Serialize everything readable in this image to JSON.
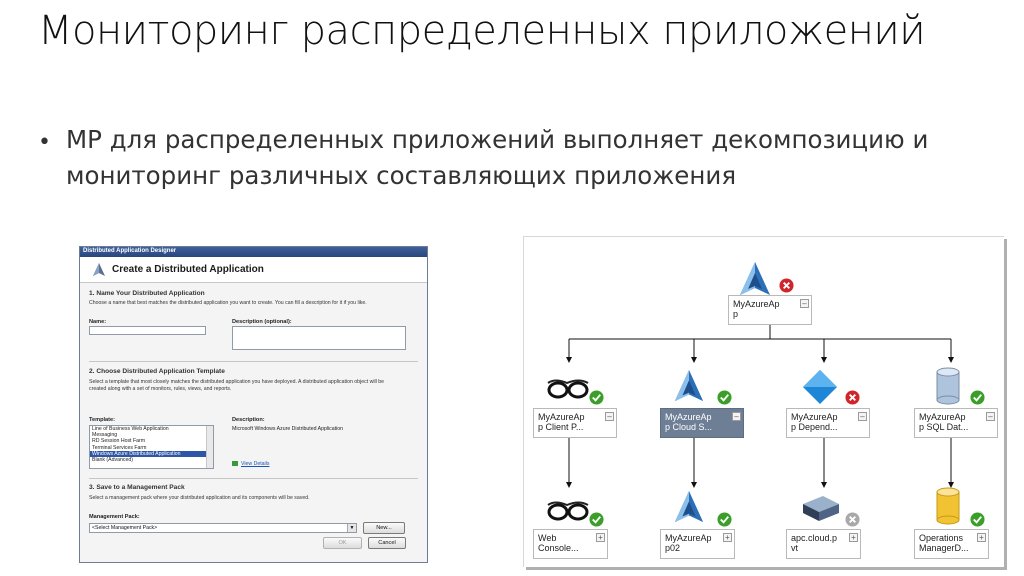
{
  "slide": {
    "title": "Мониторинг распределенных приложений",
    "bullet": "MP для распределенных приложений выполняет декомпозицию и мониторинг различных составляющих приложения"
  },
  "dialog": {
    "window_title": "Distributed Application Designer",
    "header_title": "Create a Distributed Application",
    "section1": {
      "title": "1. Name Your Distributed Application",
      "desc": "Choose a name that best matches the distributed application you want to create. You can fill a description for it if you like.",
      "name_label": "Name:",
      "name_value": "",
      "description_label": "Description (optional):",
      "description_value": ""
    },
    "section2": {
      "title": "2. Choose Distributed Application Template",
      "desc": "Select a template that most closely matches the distributed application you have deployed. A distributed application object will be created along with a set of monitors, rules, views, and reports.",
      "template_label": "Template:",
      "templates": [
        "Line of Business Web Application",
        "Messaging",
        "RD Session Host Farm",
        "Terminal Services Farm",
        "Windows Azure Distributed Application",
        "Blank (Advanced)"
      ],
      "selected_template": "Windows Azure Distributed Application",
      "description_label": "Description:",
      "description_text": "Microsoft Windows Azure Distributed Application",
      "view_details": "View Details"
    },
    "section3": {
      "title": "3. Save to a Management Pack",
      "desc": "Select a management pack where your distributed application and its components will be saved.",
      "mp_label": "Management Pack:",
      "mp_value": "<Select Management Pack>",
      "new_button": "New..."
    },
    "buttons": {
      "ok": "OK",
      "cancel": "Cancel"
    }
  },
  "diagram": {
    "root": {
      "label_l1": "MyAzureAp",
      "label_l2": "p",
      "status": "error"
    },
    "level1": [
      {
        "label_l1": "MyAzureAp",
        "label_l2": "p Client P...",
        "icon": "glasses-icon",
        "status": "ok",
        "selected": false
      },
      {
        "label_l1": "MyAzureAp",
        "label_l2": "p Cloud S...",
        "icon": "azure-icon",
        "status": "ok",
        "selected": true
      },
      {
        "label_l1": "MyAzureAp",
        "label_l2": "p Depend...",
        "icon": "diamond-icon",
        "status": "error",
        "selected": false
      },
      {
        "label_l1": "MyAzureAp",
        "label_l2": "p SQL Dat...",
        "icon": "database-icon",
        "status": "ok",
        "selected": false
      }
    ],
    "level2": [
      {
        "label_l1": "Web",
        "label_l2": "Console...",
        "icon": "glasses-icon",
        "status": "ok"
      },
      {
        "label_l1": "MyAzureAp",
        "label_l2": "p02",
        "icon": "azure-icon",
        "status": "ok"
      },
      {
        "label_l1": "apc.cloud.p",
        "label_l2": "vt",
        "icon": "server-icon",
        "status": "unknown"
      },
      {
        "label_l1": "Operations",
        "label_l2": "ManagerD...",
        "icon": "database-gold-icon",
        "status": "ok"
      }
    ],
    "colors": {
      "ok": "#3a9e28",
      "error": "#d0262b",
      "unknown": "#a9a9a9",
      "selected": "#6e7f95"
    }
  }
}
